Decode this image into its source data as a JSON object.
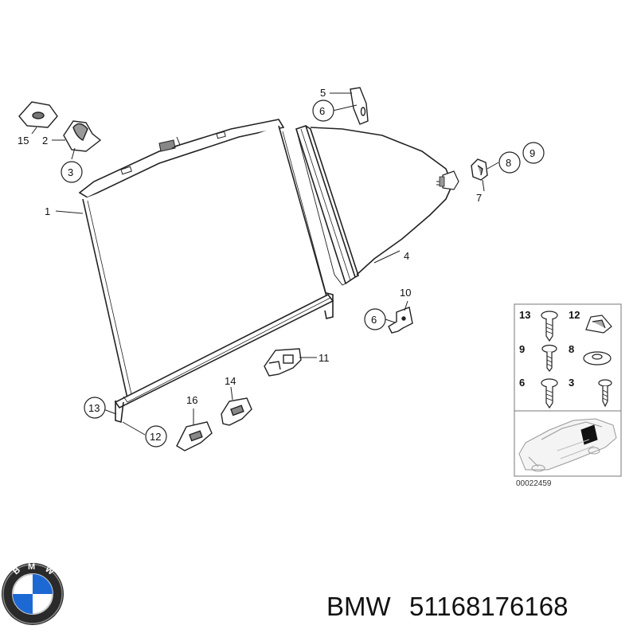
{
  "callouts": {
    "c1": "1",
    "c2": "2",
    "c3": "3",
    "c4": "4",
    "c5": "5",
    "c6a": "6",
    "c6b": "6",
    "c7": "7",
    "c8": "8",
    "c9": "9",
    "c10": "10",
    "c11": "11",
    "c12": "12",
    "c13": "13",
    "c14": "14",
    "c15": "15",
    "c16": "16"
  },
  "legend": {
    "items": [
      "13",
      "12",
      "9",
      "8",
      "6",
      "3"
    ],
    "code": "00022459"
  },
  "logo": {
    "letters": [
      "B",
      "M",
      "W"
    ]
  },
  "footer": {
    "brand": "BMW",
    "part_number": "51168176168"
  }
}
